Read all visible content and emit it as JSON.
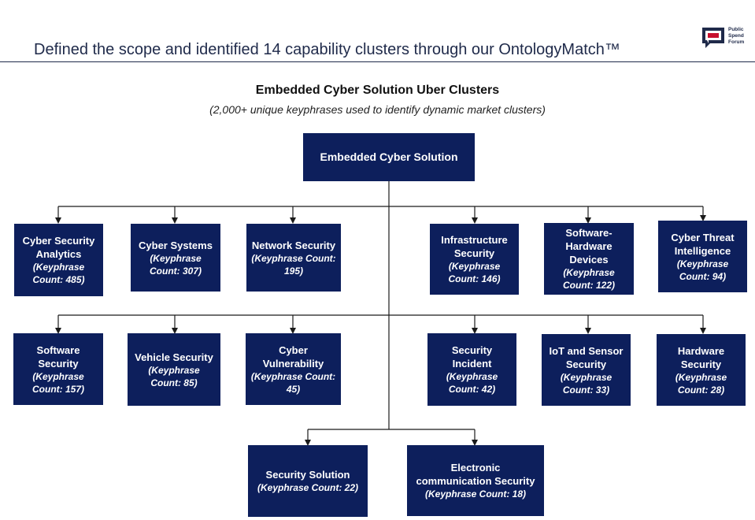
{
  "header": {
    "title": "Defined the scope and identified 14 capability clusters through our OntologyMatch™",
    "logo_lines": [
      "Public",
      "Spend",
      "Forum"
    ]
  },
  "diagram": {
    "title": "Embedded Cyber Solution Uber Clusters",
    "subtitle": "(2,000+ unique keyphrases used to identify dynamic market clusters)",
    "root": "Embedded Cyber Solution",
    "nodes": [
      {
        "name": "Cyber Security Analytics",
        "keyphrase": "(Keyphrase Count: 485)"
      },
      {
        "name": "Cyber Systems",
        "keyphrase": "(Keyphrase Count: 307)"
      },
      {
        "name": "Network Security",
        "keyphrase": "(Keyphrase Count: 195)"
      },
      {
        "name": "Infrastructure Security",
        "keyphrase": "(Keyphrase Count: 146)"
      },
      {
        "name": "Software-Hardware Devices",
        "keyphrase": "(Keyphrase Count: 122)"
      },
      {
        "name": "Cyber Threat Intelligence",
        "keyphrase": "(Keyphrase Count: 94)"
      },
      {
        "name": "Software Security",
        "keyphrase": "(Keyphrase Count: 157)"
      },
      {
        "name": "Vehicle Security",
        "keyphrase": "(Keyphrase Count: 85)"
      },
      {
        "name": "Cyber Vulnerability",
        "keyphrase": "(Keyphrase Count: 45)"
      },
      {
        "name": "Security Incident",
        "keyphrase": "(Keyphrase Count: 42)"
      },
      {
        "name": "IoT and Sensor Security",
        "keyphrase": "(Keyphrase Count: 33)"
      },
      {
        "name": "Hardware Security",
        "keyphrase": "(Keyphrase Count: 28)"
      },
      {
        "name": "Security Solution",
        "keyphrase": "(Keyphrase Count: 22)"
      },
      {
        "name": "Electronic communication Security",
        "keyphrase": "(Keyphrase Count: 18)"
      }
    ]
  },
  "colors": {
    "box_fill": "#0d1f5c",
    "box_text": "#ffffff",
    "connector": "#1a1a1a",
    "title_text": "#1f2a4a",
    "logo_red": "#c8102e"
  }
}
